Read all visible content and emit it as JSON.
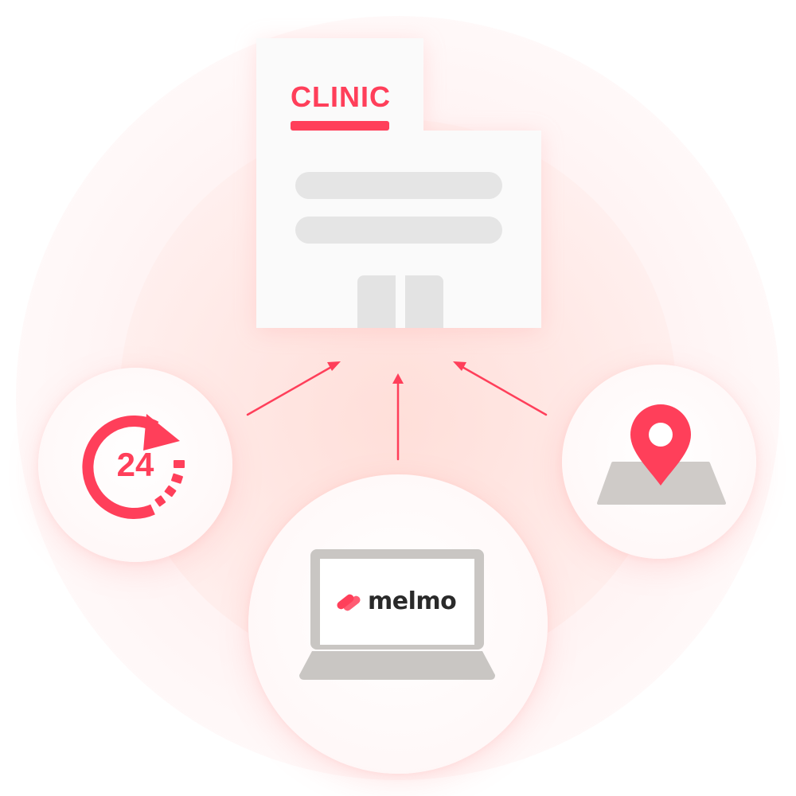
{
  "clinic": {
    "label": "CLINIC"
  },
  "features": [
    {
      "id": "availability",
      "icon": "clock-24-icon",
      "text": "24"
    },
    {
      "id": "online",
      "icon": "laptop-icon",
      "brand": "melmo"
    },
    {
      "id": "location",
      "icon": "map-pin-icon"
    }
  ],
  "colors": {
    "accent": "#ff3f5a",
    "placeholder": "#e5e5e5",
    "laptop_frame": "#c9c6c3",
    "map": "#cfcbc8",
    "brand_text": "#2a2a2a"
  }
}
